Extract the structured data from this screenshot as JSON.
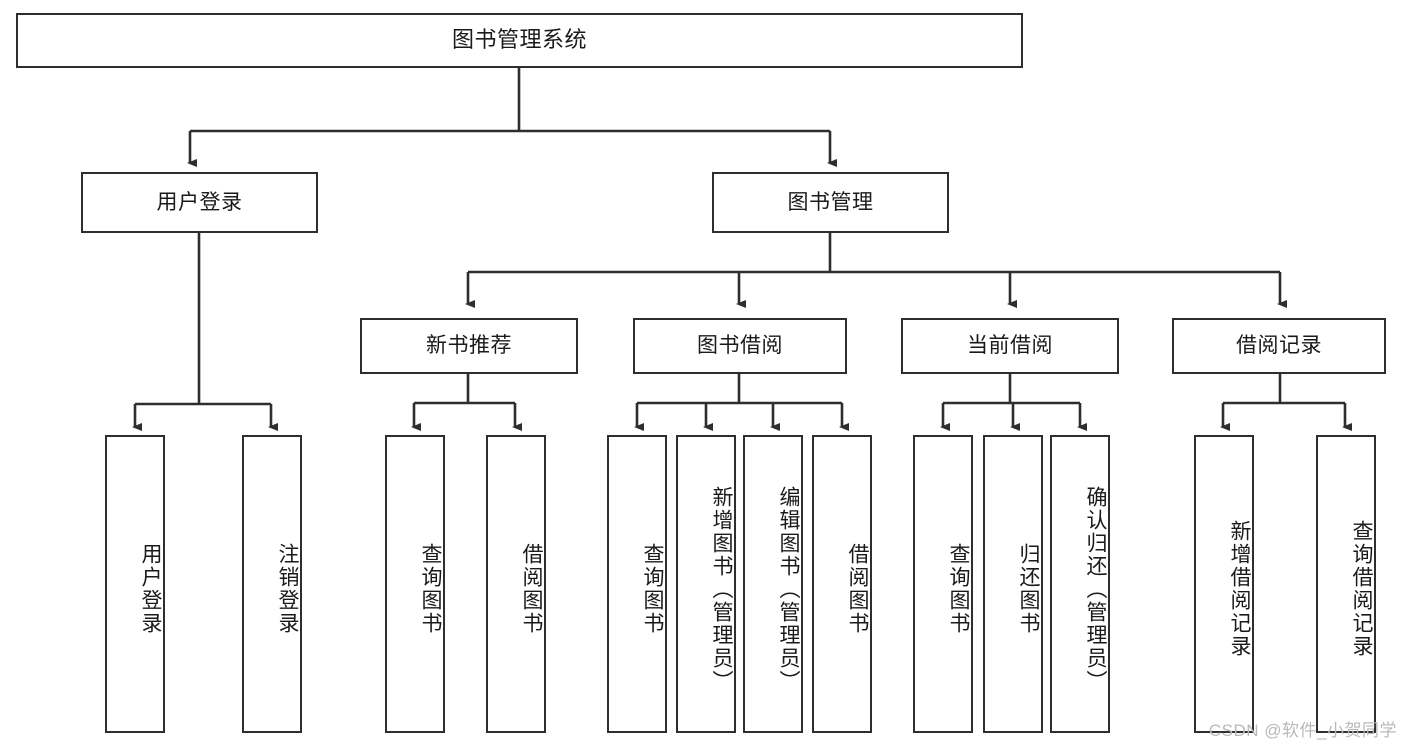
{
  "diagram": {
    "title_node": "图书管理系统",
    "style": {
      "background": "#ffffff",
      "box_fill": "#ffffff",
      "box_border": "#2e2e2e",
      "line_color": "#2e2e2e",
      "text_color": "#1a1a1a",
      "watermark_color": "#b9b9b9"
    },
    "levels": {
      "root": {
        "label": "图书管理系统"
      },
      "level2": [
        {
          "id": "user-login",
          "label": "用户登录"
        },
        {
          "id": "book-manage",
          "label": "图书管理"
        }
      ],
      "level3": [
        {
          "id": "new-book-recommend",
          "label": "新书推荐",
          "parent": "book-manage"
        },
        {
          "id": "book-borrow",
          "label": "图书借阅",
          "parent": "book-manage"
        },
        {
          "id": "current-borrow",
          "label": "当前借阅",
          "parent": "book-manage"
        },
        {
          "id": "borrow-record",
          "label": "借阅记录",
          "parent": "book-manage"
        }
      ],
      "leaves": [
        {
          "id": "leaf-user-login",
          "label": "用户登录",
          "parent": "user-login"
        },
        {
          "id": "leaf-logout",
          "label": "注销登录",
          "parent": "user-login"
        },
        {
          "id": "leaf-query-book-1",
          "label": "查询图书",
          "parent": "new-book-recommend"
        },
        {
          "id": "leaf-borrow-book-1",
          "label": "借阅图书",
          "parent": "new-book-recommend"
        },
        {
          "id": "leaf-query-book-2",
          "label": "查询图书",
          "parent": "book-borrow"
        },
        {
          "id": "leaf-add-book",
          "label": "新增图书（管理员）",
          "parent": "book-borrow"
        },
        {
          "id": "leaf-edit-book",
          "label": "编辑图书（管理员）",
          "parent": "book-borrow"
        },
        {
          "id": "leaf-borrow-book-2",
          "label": "借阅图书",
          "parent": "book-borrow"
        },
        {
          "id": "leaf-query-book-3",
          "label": "查询图书",
          "parent": "current-borrow"
        },
        {
          "id": "leaf-return-book",
          "label": "归还图书",
          "parent": "current-borrow"
        },
        {
          "id": "leaf-confirm-return",
          "label": "确认归还（管理员）",
          "parent": "current-borrow"
        },
        {
          "id": "leaf-add-record",
          "label": "新增借阅记录",
          "parent": "borrow-record"
        },
        {
          "id": "leaf-query-record",
          "label": "查询借阅记录",
          "parent": "borrow-record"
        }
      ]
    },
    "watermark": "CSDN @软件_小贺同学"
  }
}
